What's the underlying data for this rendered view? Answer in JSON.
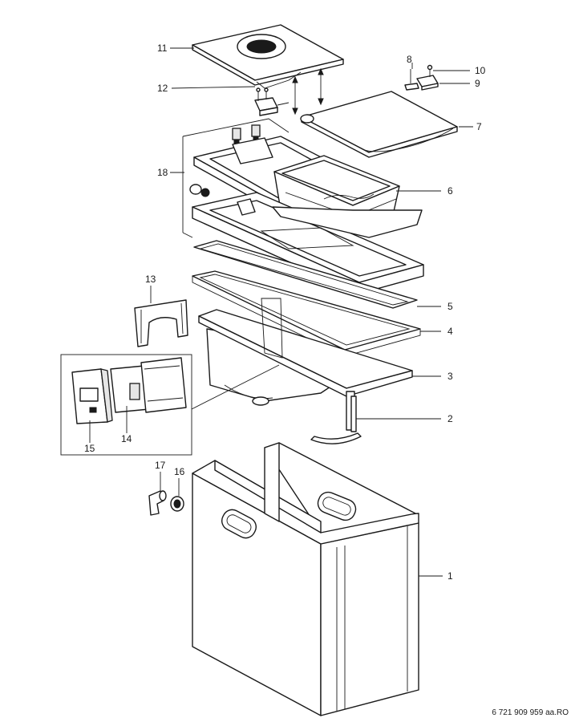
{
  "callouts": {
    "c1": "1",
    "c2": "2",
    "c3": "3",
    "c4": "4",
    "c5": "5",
    "c6": "6",
    "c7": "7",
    "c8": "8",
    "c9": "9",
    "c10": "10",
    "c11": "11",
    "c12": "12",
    "c13": "13",
    "c14": "14",
    "c15": "15",
    "c16": "16",
    "c17": "17",
    "c18": "18"
  },
  "drawing_id": "6 721 909 959 aa.RO"
}
